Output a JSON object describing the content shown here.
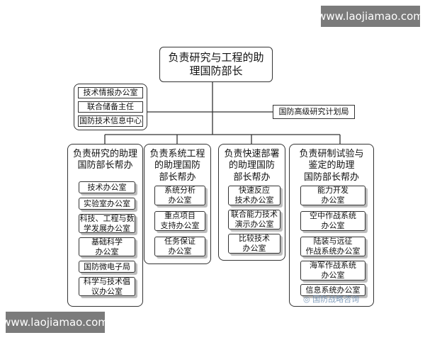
{
  "watermarks": {
    "top": "www.laojiamao.com",
    "bottom": "www.laojiamao.com"
  },
  "root": "负责研究与工程的助\n理国防部长",
  "support_offices": [
    "技术情报办公室",
    "联合储备主任",
    "国防技术信息中心"
  ],
  "side_agency": "国防高级研究计划局",
  "directorates": [
    {
      "title": "负责研究的助理\n国防部长帮办",
      "offices": [
        "技术办公室",
        "实验室办公室",
        "科技、工程与数\n学发展办公室",
        "基础科学\n办公室",
        "国防微电子局",
        "科学与技术倡\n议办公室"
      ]
    },
    {
      "title": "负责系统工程\n的助理国防\n部长帮办",
      "offices": [
        "系统分析\n办公室",
        "重点项目\n支持办公室",
        "任务保证\n办公室"
      ]
    },
    {
      "title": "负责快速部署\n的助理国防\n部长帮办",
      "offices": [
        "快速反应\n技术办公室",
        "联合能力技术\n演示办公室",
        "比较技术\n办公室"
      ]
    },
    {
      "title": "负责研制试验与\n鉴定的助理\n国防部长帮办",
      "offices": [
        "能力开发\n办公室",
        "空中作战系统\n办公室",
        "陆装与远征\n作战系统办公室",
        "海军作战系统\n办公室",
        "信息系统办公室"
      ]
    }
  ],
  "logo_text": "国防战略咨询"
}
